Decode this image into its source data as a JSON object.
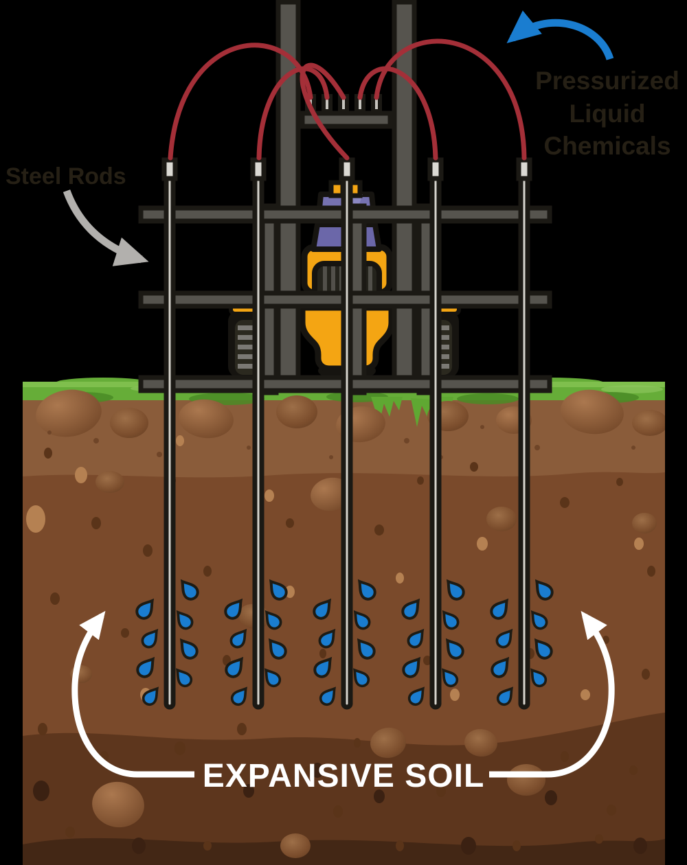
{
  "title": "Expansive soil chemical injection diagram",
  "labels": {
    "steel_rods": "Steel Rods",
    "pressurized_line1": "Pressurized",
    "pressurized_line2": "Liquid",
    "pressurized_line3": "Chemicals",
    "expansive_soil": "EXPANSIVE SOIL"
  },
  "colors": {
    "background": "#000000",
    "tube_red": "#a42f38",
    "arrow_blue": "#1a7dd0",
    "arrow_gray": "#b2b0ad",
    "arrow_white": "#ffffff",
    "droplet_blue": "#1a7dd0",
    "machine_yellow": "#f4a513",
    "window_purple": "#7672b1",
    "frame_gray": "#56544e",
    "outline_dark": "#1b1914",
    "rod_gray": "#d6d4cd",
    "grass_green": "#66ad38",
    "soil_layer_top": "#8a5c3a",
    "soil_layer_mid": "#7a4a2b",
    "soil_layer_deep": "#5d361d",
    "soil_layer_bottom": "#432715",
    "label_dark": "#262015"
  },
  "elements": {
    "steel_rod_count": 5,
    "injection_tube_count": 5,
    "nozzle_count": 5,
    "droplet_columns_per_rod": 2,
    "droplets_per_column": 4
  }
}
